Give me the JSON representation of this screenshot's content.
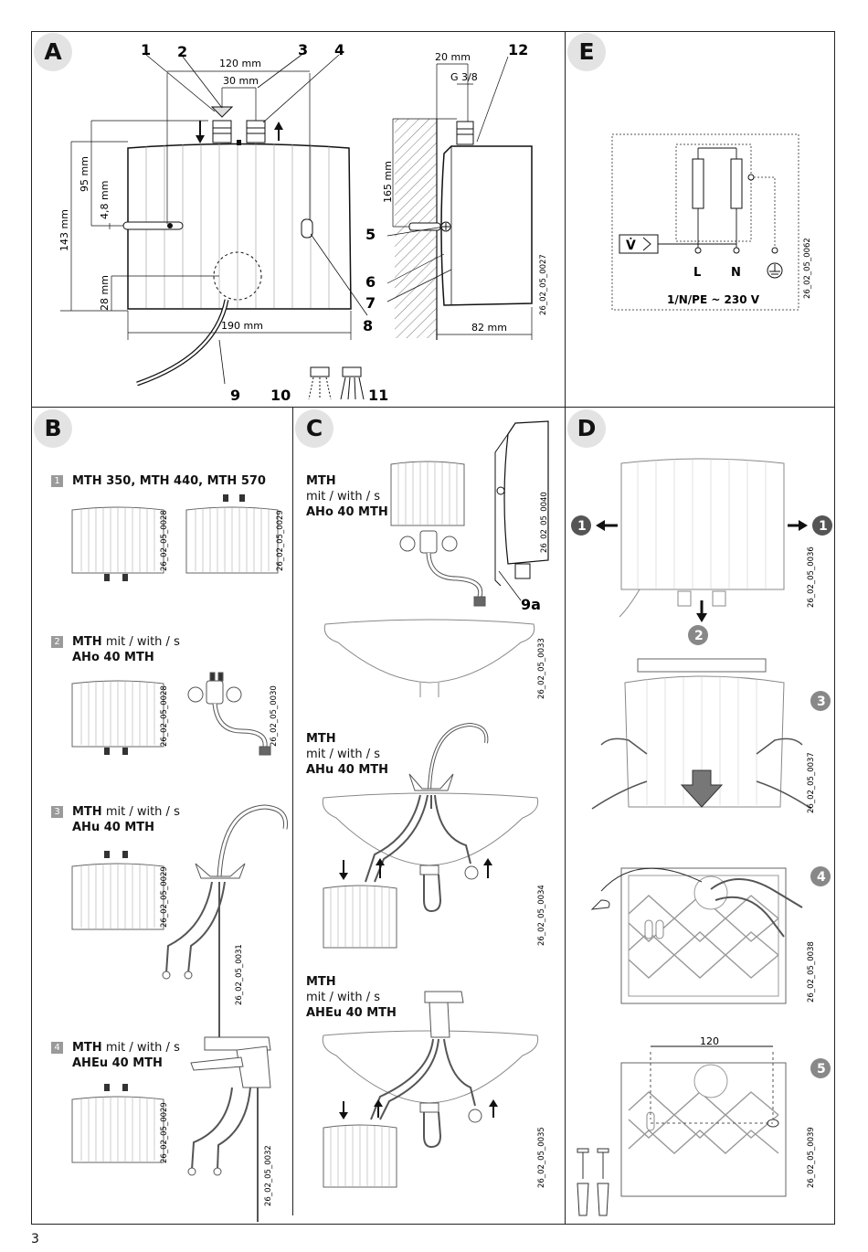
{
  "page_number": "3",
  "sections": {
    "a": {
      "letter": "A"
    },
    "b": {
      "letter": "B"
    },
    "c": {
      "letter": "C"
    },
    "d": {
      "letter": "D"
    },
    "e": {
      "letter": "E"
    }
  },
  "section_a": {
    "callouts": [
      "1",
      "2",
      "3",
      "4",
      "5",
      "6",
      "7",
      "8",
      "9",
      "10",
      "11",
      "12"
    ],
    "dims": {
      "w120": "120 mm",
      "w30": "30 mm",
      "h95": "95 mm",
      "h4_8": "4,8 mm",
      "h143": "143 mm",
      "h28": "28 mm",
      "w190": "190 mm",
      "w20": "20 mm",
      "g38": "G 3/8",
      "h165": "165 mm",
      "w82": "82 mm"
    },
    "codes": {
      "front": "26_02_05_0027"
    }
  },
  "section_e": {
    "v_symbol": "V̇",
    "l": "L",
    "n": "N",
    "supply": "1/N/PE ~ 230 V",
    "code": "26_02_05_0062"
  },
  "section_b": {
    "steps": [
      {
        "num": "1",
        "line1": "MTH 350, MTH 440, MTH 570",
        "line2": "",
        "codes": [
          "26_02_05_0028",
          "26_02_05_0029"
        ]
      },
      {
        "num": "2",
        "line1": "MTH",
        "mit": "mit / with / s",
        "line2": "AHo 40 MTH",
        "codes": [
          "26_02_05_0028",
          "26_02_05_0030"
        ]
      },
      {
        "num": "3",
        "line1": "MTH",
        "mit": "mit / with / s",
        "line2": "AHu 40 MTH",
        "codes": [
          "26_02_05_0029",
          "26_02_05_0031"
        ]
      },
      {
        "num": "4",
        "line1": "MTH",
        "mit": "mit / with / s",
        "line2": "AHEu 40 MTH",
        "codes": [
          "26_02_05_0029",
          "26_02_05_0032"
        ]
      }
    ]
  },
  "section_c": {
    "blocks": [
      {
        "line1": "MTH",
        "line2": "mit / with / s",
        "line3": "AHo 40 MTH",
        "code": "26_02_05_0040",
        "callout": "9a"
      },
      {
        "code": "26_02_05_0033"
      },
      {
        "line1": "MTH",
        "line2": "mit / with / s",
        "line3": "AHu 40 MTH",
        "code": "26_02_05_0034"
      },
      {
        "line1": "MTH",
        "line2": "mit / with / s",
        "line3": "AHEu 40 MTH",
        "code": "26_02_05_0035"
      }
    ]
  },
  "section_d": {
    "steps": [
      "1",
      "2",
      "3",
      "4",
      "5"
    ],
    "dim120": "120",
    "codes": [
      "26_02_05_0036",
      "26_02_05_0037",
      "26_02_05_0038",
      "26_02_05_0039"
    ]
  }
}
